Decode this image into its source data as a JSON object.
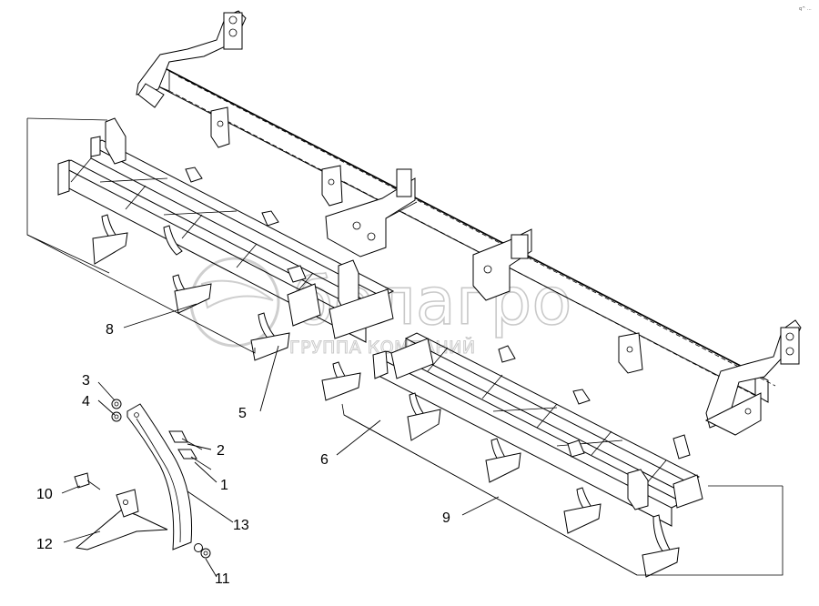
{
  "watermark": {
    "brand": "белагро",
    "tagline": "ГРУППА КОМПАНИЙ"
  },
  "corner_mark": "q^ ...",
  "callouts": [
    {
      "id": "1",
      "label": "1"
    },
    {
      "id": "2",
      "label": "2"
    },
    {
      "id": "3",
      "label": "3"
    },
    {
      "id": "4",
      "label": "4"
    },
    {
      "id": "5",
      "label": "5"
    },
    {
      "id": "6",
      "label": "6"
    },
    {
      "id": "8",
      "label": "8"
    },
    {
      "id": "9",
      "label": "9"
    },
    {
      "id": "10",
      "label": "10"
    },
    {
      "id": "11",
      "label": "11"
    },
    {
      "id": "12",
      "label": "12"
    },
    {
      "id": "13",
      "label": "13"
    }
  ]
}
